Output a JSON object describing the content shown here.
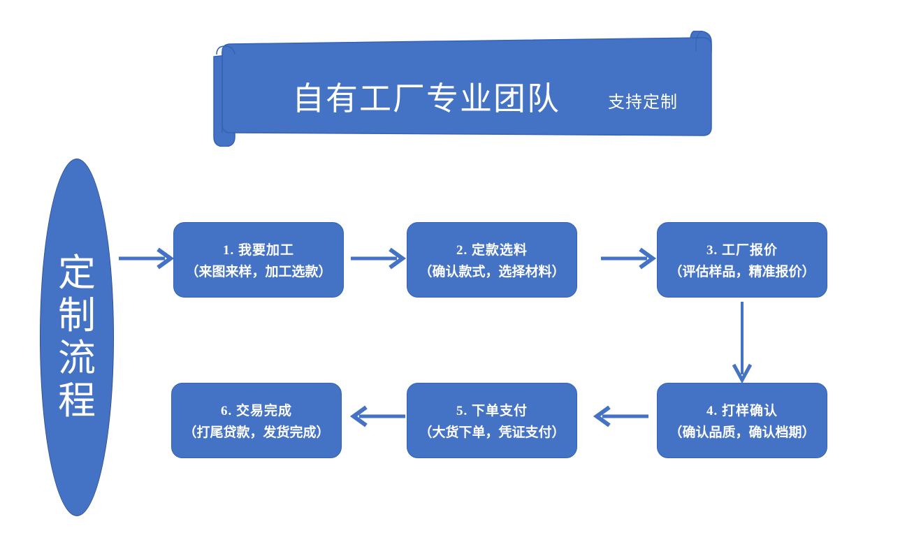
{
  "banner": {
    "title": "自有工厂专业团队",
    "subtitle": "支持定制",
    "fill_color": "#4472C4",
    "text_color": "#FFFFFF"
  },
  "side_label": {
    "name": "定制流程",
    "chars": [
      "定",
      "制",
      "流",
      "程"
    ],
    "fill_color": "#4472C4",
    "border_color": "#2F528F",
    "text_color": "#FFFFFF"
  },
  "flow": {
    "arrow_color": "#4472C4",
    "steps": [
      {
        "index": "1",
        "title": "1.  我要加工",
        "detail": "（来图来样，加工选款）"
      },
      {
        "index": "2",
        "title": "2.  定款选料",
        "detail": "（确认款式，选择材料）"
      },
      {
        "index": "3",
        "title": "3.  工厂报价",
        "detail": "（评估样品，精准报价）"
      },
      {
        "index": "4",
        "title": "4.  打样确认",
        "detail": "（确认品质，确认档期）"
      },
      {
        "index": "5",
        "title": "5.  下单支付",
        "detail": "（大货下单，凭证支付）"
      },
      {
        "index": "6",
        "title": "6.  交易完成",
        "detail": "（打尾贷款，发货完成）"
      }
    ],
    "connectors": [
      {
        "from": "side-label",
        "to": "step-1",
        "direction": "right"
      },
      {
        "from": "step-1",
        "to": "step-2",
        "direction": "right"
      },
      {
        "from": "step-2",
        "to": "step-3",
        "direction": "right"
      },
      {
        "from": "step-3",
        "to": "step-4",
        "direction": "down"
      },
      {
        "from": "step-4",
        "to": "step-5",
        "direction": "left"
      },
      {
        "from": "step-5",
        "to": "step-6",
        "direction": "left"
      }
    ]
  }
}
